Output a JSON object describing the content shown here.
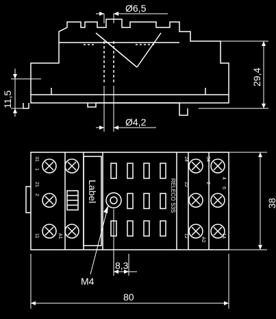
{
  "dimensions": {
    "top_hole_diameter": "Ø6,5",
    "bottom_hole_diameter": "Ø4,2",
    "left_height": "11,5",
    "right_height": "29,4",
    "body_height": "38",
    "screw_offset": "8,3",
    "screw_size": "M4",
    "overall_width": "80"
  },
  "labels": {
    "label_strip": "Label",
    "brand": "RELECO S3S"
  },
  "terminals": {
    "left_top": [
      "31",
      "1"
    ],
    "left_mid": [
      "21",
      "2"
    ],
    "left_bottom": [
      "11",
      "A1"
    ],
    "right_top": [
      "34",
      "4",
      "24"
    ],
    "right_mid": [
      "22",
      "6",
      "2"
    ],
    "right_bottom": [
      "12",
      "A2",
      "14"
    ]
  }
}
